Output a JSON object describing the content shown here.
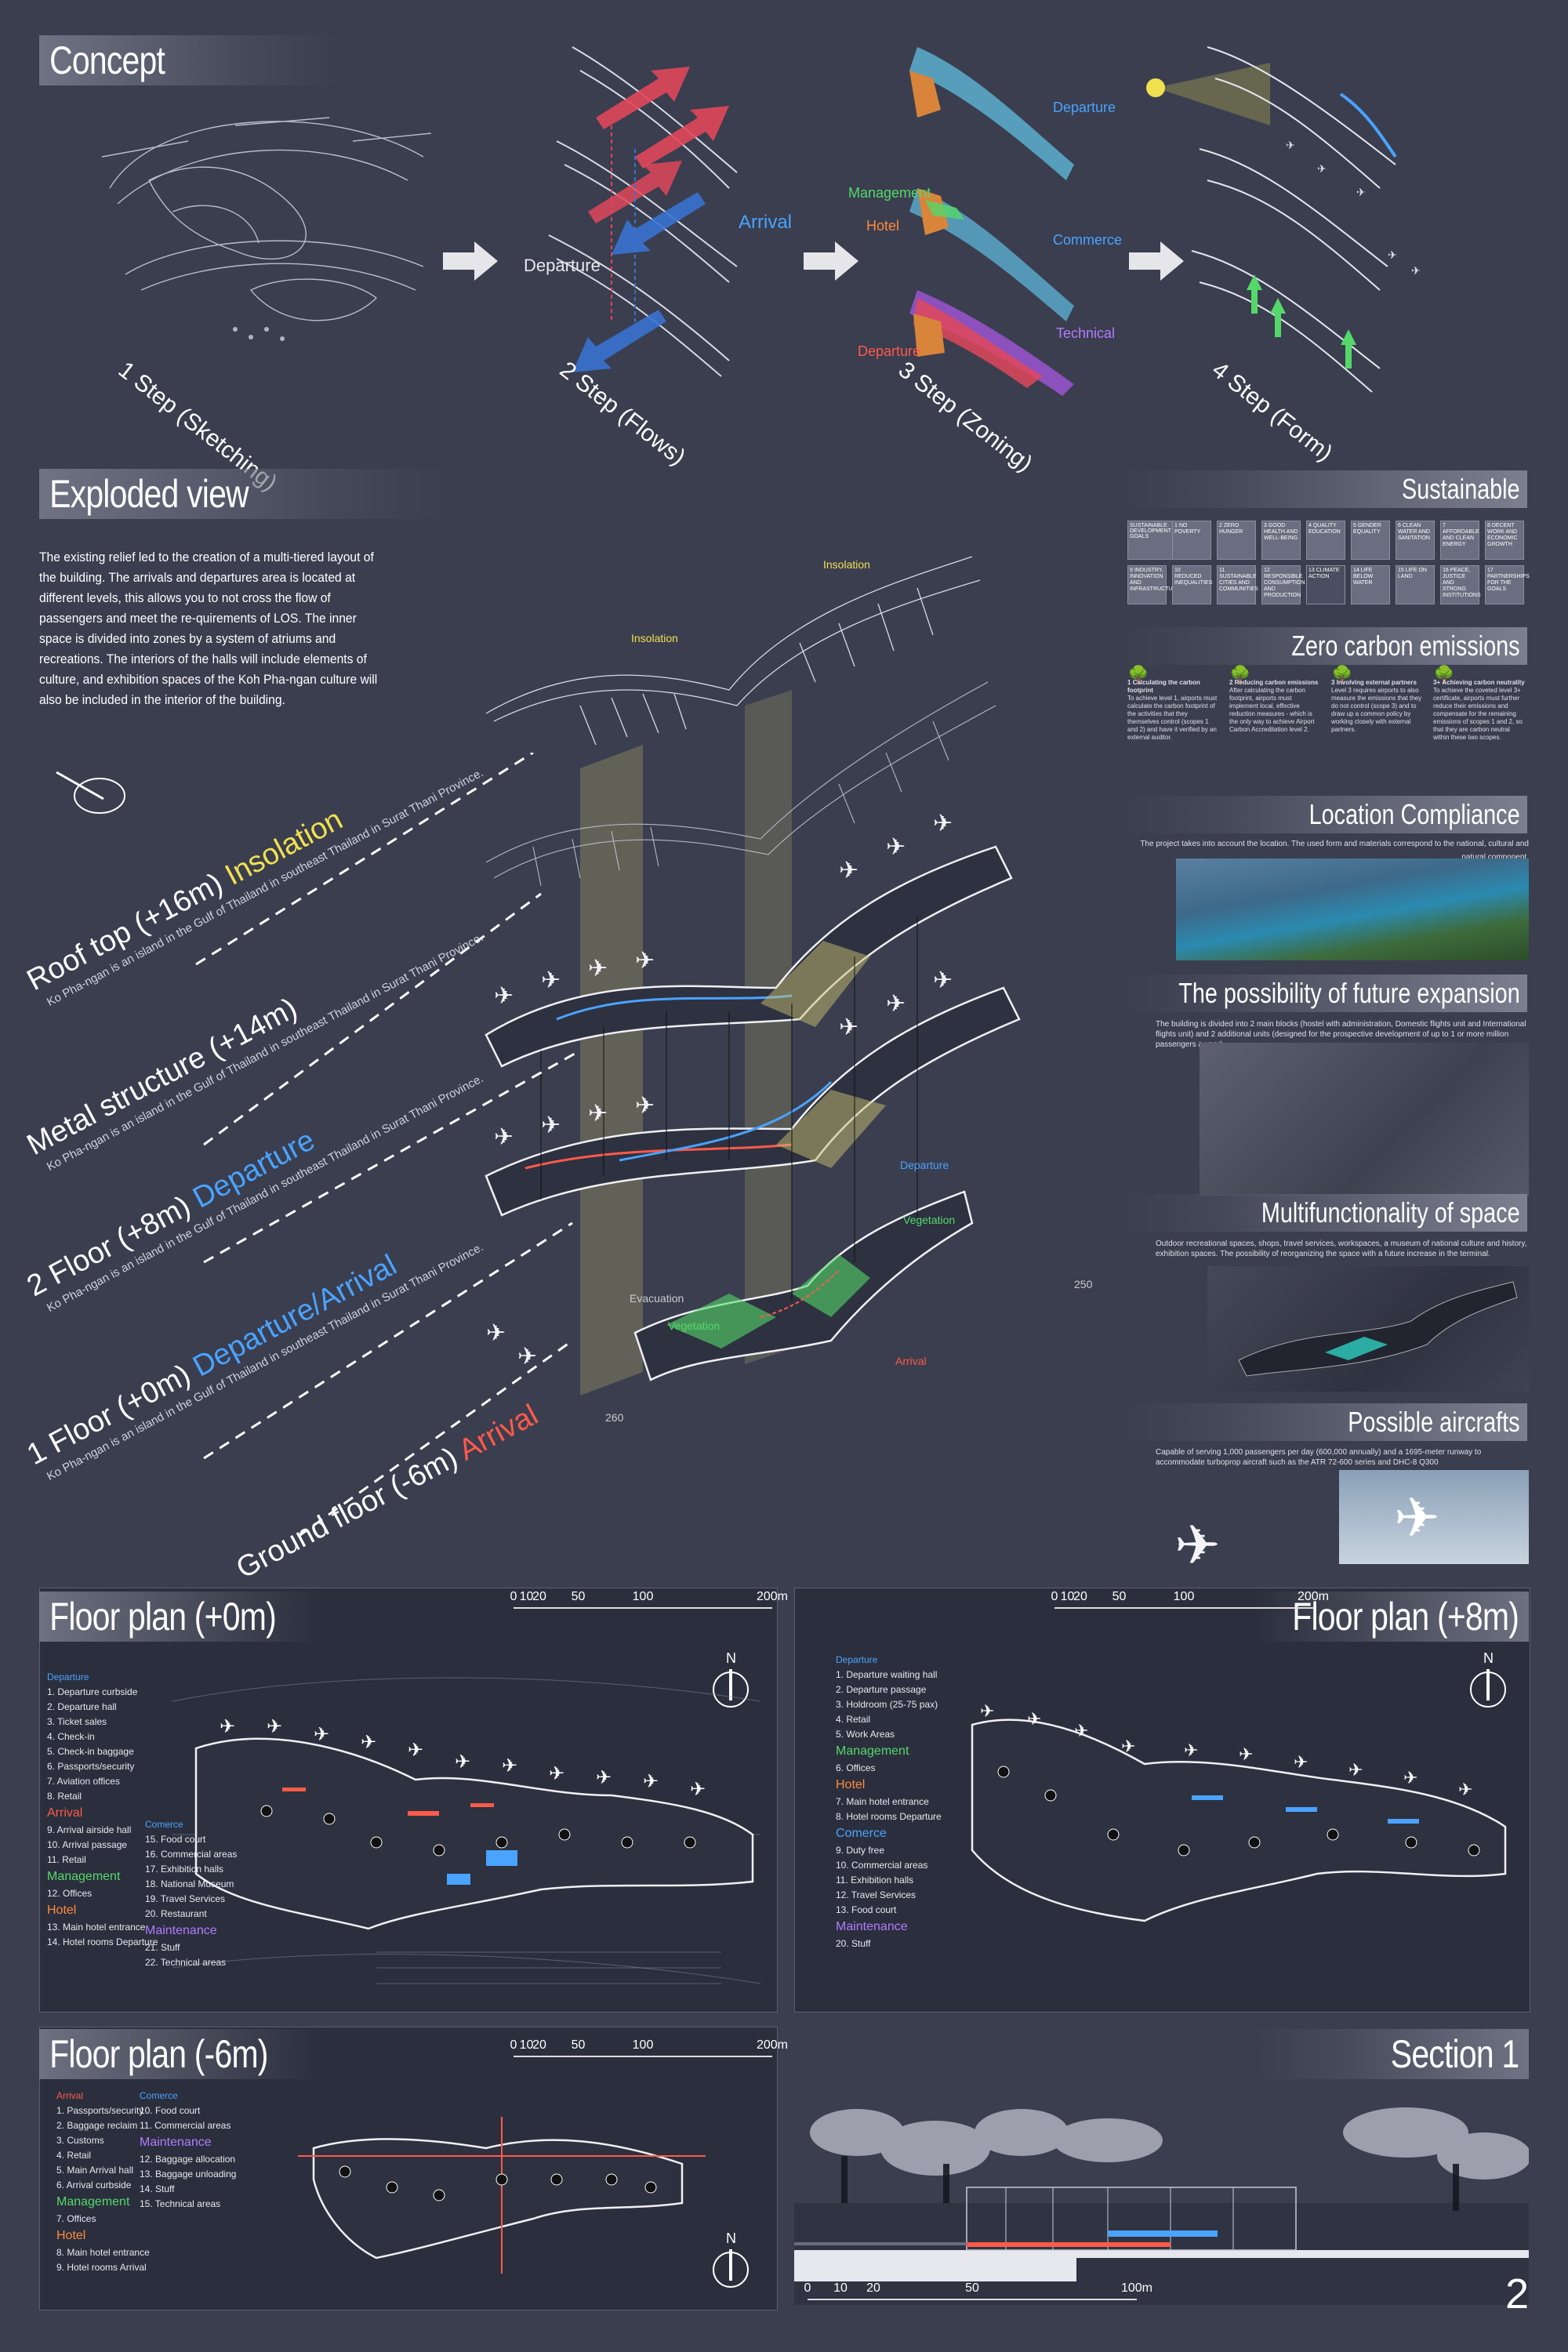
{
  "concept": {
    "title": "Concept",
    "steps": [
      "1 Step (Sketching)",
      "2 Step (Flows)",
      "3 Step (Zoning)",
      "4 Step (Form)"
    ],
    "flow_labels": {
      "departure": "Departure",
      "arrival": "Arrival"
    },
    "zoning_labels": {
      "departure_top": "Departure",
      "management": "Management",
      "hotel": "Hotel",
      "commerce": "Commerce",
      "technical": "Technical",
      "departure_bottom": "Departure"
    }
  },
  "exploded": {
    "title": "Exploded view",
    "description": "The existing relief led to the creation of a multi-tiered layout of the building. The arrivals and departures area is located at different levels, this allows you to not cross the flow of passengers and meet the re-quirements of LOS. The inner space is divided into zones by a system of atriums and recreations. The interiors of the halls will include elements of culture, and exhibition spaces of the Koh Pha-ngan culture will also be included in the interior of the building.",
    "insolation_labels": [
      "Insolation",
      "Insolation"
    ],
    "levels": [
      {
        "name": "Roof top (+16m)",
        "tag": "Insolation",
        "sub": "Ko Pha-ngan is an island in the Gulf of Thailand in southeast Thailand in Surat Thani Province."
      },
      {
        "name": "Metal structure (+14m)",
        "tag": "",
        "sub": "Ko Pha-ngan is an island in the Gulf of Thailand in southeast Thailand in Surat Thani Province."
      },
      {
        "name": "2 Floor (+8m)",
        "tag": "Departure",
        "sub": "Ko Pha-ngan is an island in the Gulf of Thailand in southeast Thailand in Surat Thani Province."
      },
      {
        "name": "1 Floor (+0m)",
        "tag": "Departure/Arrival",
        "sub": "Ko Pha-ngan is an island in the Gulf of Thailand in southeast Thailand in Surat Thani Province."
      },
      {
        "name": "Ground floor (-6m)",
        "tag": "Arrival",
        "sub": ""
      }
    ],
    "labels": {
      "departure": "Departure",
      "vegetation1": "Vegetation",
      "vegetation2": "Vegetation",
      "evacuation": "Evacuation",
      "arrival": "Arrival",
      "h250": "250",
      "h260": "260"
    }
  },
  "side": {
    "sustainable": "Sustainable",
    "sdg_title": "SUSTAINABLE DEVELOPMENT GOALS",
    "sdgs": [
      "1 NO POVERTY",
      "2 ZERO HUNGER",
      "3 GOOD HEALTH AND WELL-BEING",
      "4 QUALITY EDUCATION",
      "5 GENDER EQUALITY",
      "6 CLEAN WATER AND SANITATION",
      "7 AFFORDABLE AND CLEAN ENERGY",
      "8 DECENT WORK AND ECONOMIC GROWTH",
      "9 INDUSTRY, INNOVATION AND INFRASTRUCTURE",
      "10 REDUCED INEQUALITIES",
      "11 SUSTAINABLE CITIES AND COMMUNITIES",
      "12 RESPONSIBLE CONSUMPTION AND PRODUCTION",
      "13 CLIMATE ACTION",
      "14 LIFE BELOW WATER",
      "15 LIFE ON LAND",
      "16 PEACE, JUSTICE AND STRONG INSTITUTIONS",
      "17 PARTNERSHIPS FOR THE GOALS"
    ],
    "zero_carbon": "Zero carbon emissions",
    "carbon_steps": [
      {
        "num": "1",
        "title": "Calculating the carbon footprint",
        "text": "To achieve level 1, airports must calculate the carbon footprint of the activities that they themselves control (scopes 1 and 2) and have it verified by an external auditor."
      },
      {
        "num": "2",
        "title": "Reducing carbon emissions",
        "text": "After calculating the carbon footprint, airports must implement local, effective reduction measures - which is the only way to achieve Airport Carbon Accreditation level 2."
      },
      {
        "num": "3",
        "title": "Involving external partners",
        "text": "Level 3 requires airports to also measure the emissions that they do not control (scope 3) and to draw up a common policy by working closely with external partners."
      },
      {
        "num": "3+",
        "title": "Achieving carbon neutrality",
        "text": "To achieve the coveted level 3+ certificate, airports must further reduce their emissions and compensate for the remaining emissions of scopes 1 and 2, so that they are carbon neutral within these two scopes."
      }
    ],
    "location": "Location Compliance",
    "location_text": "The project takes into account the location. The used form and materials correspond to the national, cultural and natural component.",
    "expansion": "The possibility of future expansion",
    "expansion_text": "The building is divided into 2 main blocks (hostel with administration, Domestic flights unit and International flights unit) and 2 additional units (designed for the prospective development of up to 1 or more million passengers a year)",
    "multi": "Multifunctionality of space",
    "multi_text": "Outdoor recreational spaces, shops, travel services, workspaces, a museum of national culture and history, exhibition spaces. The possibility of reorganizing the space with a future increase in the terminal.",
    "aircraft": "Possible aircrafts",
    "aircraft_text": "Capable of serving 1,000 passengers per day (600,000 annually) and a 1695-meter runway to accommodate turboprop aircraft such as the ATR 72-600 series and DHC-8 Q300"
  },
  "fp0": {
    "title": "Floor plan (+0m)",
    "scale": [
      "0",
      "10",
      "20",
      "50",
      "100",
      "200m"
    ],
    "legend_left": [
      {
        "h": "Departure",
        "c": "blue",
        "items": [
          "1. Departure curbside",
          "2. Departure hall",
          "3. Ticket sales",
          "4. Check-in",
          "5. Check-in baggage",
          "6. Passports/security",
          "7. Aviation offices",
          "8. Retail"
        ]
      },
      {
        "h": "Arrival",
        "c": "red",
        "items": [
          "9. Arrival airside hall",
          "10. Arrival passage",
          "11. Retail"
        ]
      },
      {
        "h": "Management",
        "c": "green",
        "items": [
          "12. Offices"
        ]
      },
      {
        "h": "Hotel",
        "c": "orange",
        "items": [
          "13. Main hotel entrance",
          "14. Hotel rooms Departure"
        ]
      }
    ],
    "legend_right": [
      {
        "h": "Comerce",
        "c": "blue",
        "items": [
          "15. Food court",
          "16. Commercial areas",
          "17. Exhibition halls",
          "18. National Museum",
          "19. Travel Services",
          "20. Restaurant"
        ]
      },
      {
        "h": "Maintenance",
        "c": "purple",
        "items": [
          "21. Stuff",
          "22. Technical areas"
        ]
      }
    ]
  },
  "fp8": {
    "title": "Floor plan (+8m)",
    "scale": [
      "0",
      "10",
      "20",
      "50",
      "100",
      "200m"
    ],
    "legend": [
      {
        "h": "Departure",
        "c": "blue",
        "items": [
          "1. Departure waiting hall",
          "2. Departure passage",
          "3. Holdroom (25-75 pax)",
          "4. Retail",
          "5. Work Areas"
        ]
      },
      {
        "h": "Management",
        "c": "green",
        "items": [
          "6. Offices"
        ]
      },
      {
        "h": "Hotel",
        "c": "orange",
        "items": [
          "7. Main hotel entrance",
          "8. Hotel rooms Departure"
        ]
      },
      {
        "h": "Comerce",
        "c": "blue",
        "items": [
          "9. Duty free",
          "10. Commercial areas",
          "11. Exhibition halls",
          "12. Travel Services",
          "13. Food court"
        ]
      },
      {
        "h": "Maintenance",
        "c": "purple",
        "items": [
          "20. Stuff"
        ]
      }
    ]
  },
  "fpm6": {
    "title": "Floor plan (-6m)",
    "scale": [
      "0",
      "10",
      "20",
      "50",
      "100",
      "200m"
    ],
    "legend_left": [
      {
        "h": "Arrival",
        "c": "red",
        "items": [
          "1. Passports/security",
          "2. Baggage reclaim",
          "3. Customs",
          "4. Retail",
          "5. Main Arrival hall",
          "6. Arrival curbside"
        ]
      },
      {
        "h": "Management",
        "c": "green",
        "items": [
          "7. Offices"
        ]
      },
      {
        "h": "Hotel",
        "c": "orange",
        "items": [
          "8. Main hotel entrance",
          "9. Hotel rooms Arrival"
        ]
      }
    ],
    "legend_right": [
      {
        "h": "Comerce",
        "c": "blue",
        "items": [
          "10. Food court",
          "11. Commercial areas"
        ]
      },
      {
        "h": "Maintenance",
        "c": "purple",
        "items": [
          "12. Baggage allocation",
          "13. Baggage unloading",
          "14. Stuff",
          "15. Technical areas"
        ]
      }
    ]
  },
  "section": {
    "title": "Section 1",
    "scale": [
      "0",
      "10",
      "20",
      "50",
      "100m"
    ],
    "page_number": "2"
  },
  "compass": "N",
  "colors": {
    "departure": "#4aa3ff",
    "arrival": "#ff5a4a",
    "management": "#55d86a",
    "hotel": "#ff8a3a",
    "maintenance": "#b27bff",
    "insolation": "#f0e050"
  }
}
